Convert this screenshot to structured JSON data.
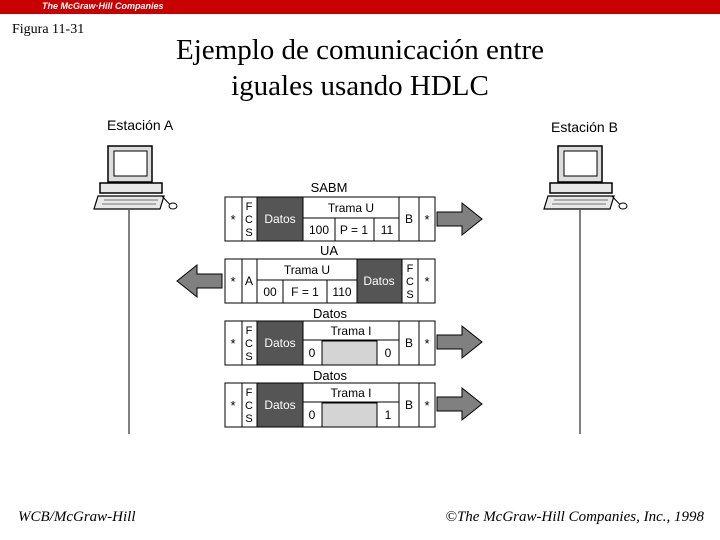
{
  "header": {
    "brand": "The McGraw·Hill Companies"
  },
  "figure_label": "Figura 11-31",
  "title": {
    "line1": "Ejemplo de comunicación entre",
    "line2": "iguales usando HDLC"
  },
  "stations": {
    "a": "Estación A",
    "b": "Estación B"
  },
  "frames": [
    {
      "caption": "SABM",
      "star_left": "*",
      "fcs": "F C S",
      "datos": "Datos",
      "type": "Trama U",
      "cells": [
        "100",
        "P = 1",
        "11"
      ],
      "addr": "B",
      "star_right": "*",
      "direction": "A-to-B"
    },
    {
      "caption": "UA",
      "star_left": "*",
      "addr": "A",
      "type": "Trama U",
      "cells": [
        "00",
        "F = 1",
        "110"
      ],
      "datos": "Datos",
      "fcs": "F C S",
      "star_right": "*",
      "direction": "B-to-A"
    },
    {
      "caption": "Datos",
      "star_left": "*",
      "fcs": "F C S",
      "datos": "Datos",
      "type": "Trama I",
      "cells": [
        "0",
        "",
        "0"
      ],
      "addr": "B",
      "star_right": "*",
      "direction": "A-to-B"
    },
    {
      "caption": "Datos",
      "star_left": "*",
      "fcs": "F C S",
      "datos": "Datos",
      "type": "Trama I",
      "cells": [
        "0",
        "",
        "1"
      ],
      "addr": "B",
      "star_right": "*",
      "direction": "A-to-B"
    }
  ],
  "colors": {
    "brand_red": "#c80000",
    "datos_fill": "#555555",
    "arrow_fill": "#808080"
  },
  "footer": {
    "left": "WCB/McGraw-Hill",
    "right": "The McGraw-Hill Companies, Inc., 1998",
    "copyright_symbol": "©"
  }
}
